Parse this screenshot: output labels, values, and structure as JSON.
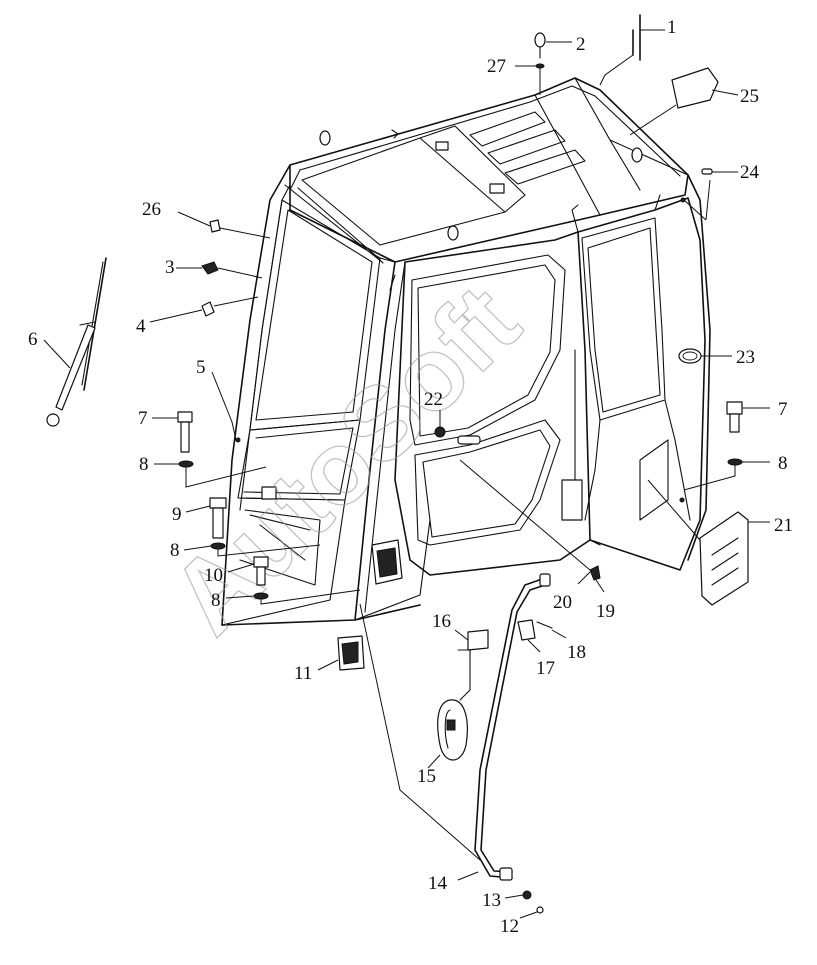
{
  "diagram": {
    "watermark": "AutoSoft",
    "part_labels": [
      "1",
      "2",
      "3",
      "4",
      "5",
      "6",
      "7",
      "8",
      "9",
      "10",
      "11",
      "12",
      "13",
      "14",
      "15",
      "16",
      "17",
      "18",
      "19",
      "20",
      "21",
      "22",
      "23",
      "24",
      "25",
      "26",
      "27"
    ],
    "second_labels": {
      "7b": "7",
      "8b": "8",
      "8c": "8",
      "8d": "8"
    }
  }
}
